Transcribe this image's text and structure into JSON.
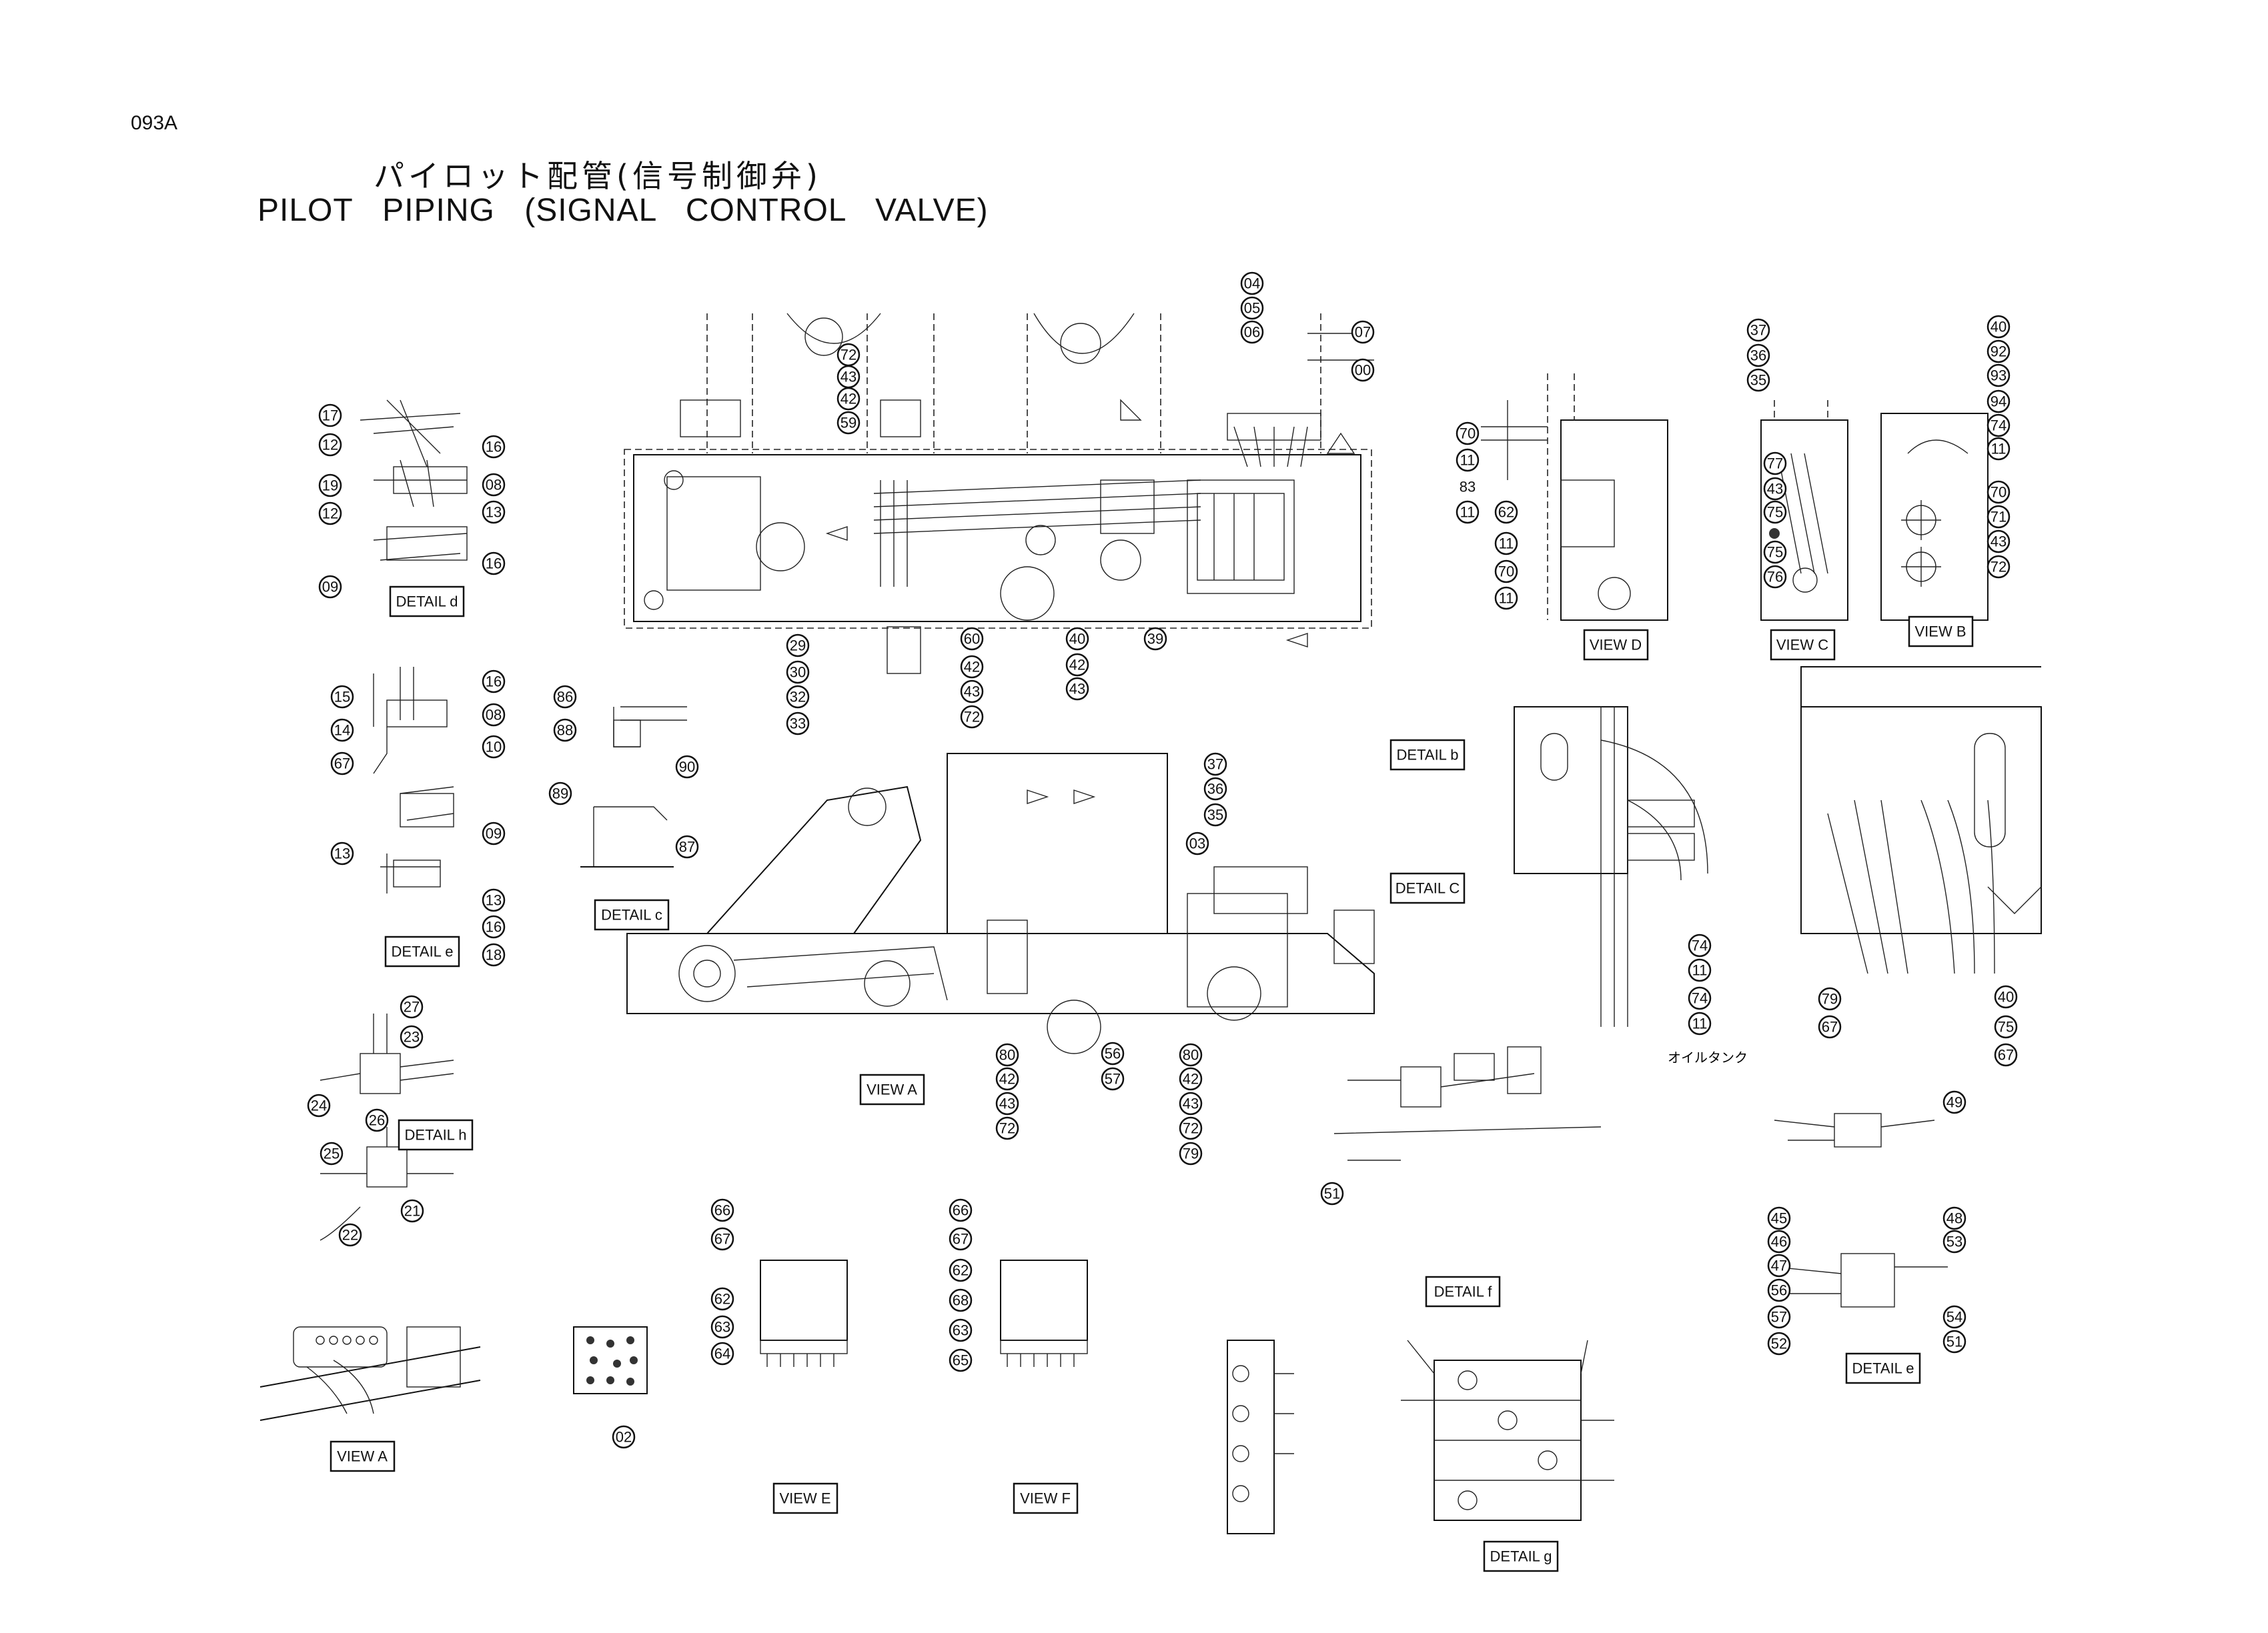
{
  "page_code": "093A",
  "title_jp": "パイロット配管(信号制御弁)",
  "title_en": "PILOT PIPING (SIGNAL CONTROL VALVE)",
  "view_labels": [
    {
      "id": "detail-d",
      "text": "DETAIL d"
    },
    {
      "id": "detail-e",
      "text": "DETAIL e"
    },
    {
      "id": "detail-c",
      "text": "DETAIL c"
    },
    {
      "id": "detail-h",
      "text": "DETAIL h"
    },
    {
      "id": "view-a-main",
      "text": "VIEW A"
    },
    {
      "id": "view-a-small",
      "text": "VIEW A"
    },
    {
      "id": "view-e",
      "text": "VIEW E"
    },
    {
      "id": "view-f",
      "text": "VIEW F"
    },
    {
      "id": "detail-b",
      "text": "DETAIL b"
    },
    {
      "id": "detail-c2",
      "text": "DETAIL C"
    },
    {
      "id": "view-d",
      "text": "VIEW D"
    },
    {
      "id": "view-c",
      "text": "VIEW C"
    },
    {
      "id": "view-b",
      "text": "VIEW B"
    },
    {
      "id": "detail-f",
      "text": "DETAIL f"
    },
    {
      "id": "detail-g",
      "text": "DETAIL g"
    },
    {
      "id": "detail-e2",
      "text": "DETAIL e"
    }
  ],
  "note_oil_tank": "オイルタンク",
  "callouts": [
    "17",
    "12",
    "19",
    "12",
    "09",
    "16",
    "08",
    "13",
    "16",
    "04",
    "05",
    "06",
    "07",
    "00",
    "72",
    "43",
    "42",
    "59",
    "29",
    "30",
    "32",
    "33",
    "60",
    "42",
    "43",
    "72",
    "40",
    "42",
    "43",
    "39",
    "70",
    "11",
    "83",
    "11",
    "62",
    "11",
    "70",
    "11",
    "37",
    "36",
    "35",
    "77",
    "43",
    "75",
    "75",
    "76",
    "40",
    "92",
    "93",
    "94",
    "74",
    "11",
    "70",
    "71",
    "43",
    "72",
    "15",
    "14",
    "67",
    "16",
    "08",
    "10",
    "09",
    "13",
    "13",
    "16",
    "18",
    "86",
    "88",
    "90",
    "89",
    "87",
    "37",
    "36",
    "35",
    "03",
    "74",
    "11",
    "74",
    "11",
    "79",
    "67",
    "40",
    "75",
    "67",
    "27",
    "23",
    "24",
    "26",
    "25",
    "21",
    "22",
    "80",
    "42",
    "43",
    "72",
    "56",
    "57",
    "80",
    "42",
    "43",
    "72",
    "79",
    "51",
    "49",
    "45",
    "46",
    "47",
    "56",
    "57",
    "52",
    "48",
    "53",
    "54",
    "51",
    "66",
    "67",
    "62",
    "63",
    "64",
    "66",
    "67",
    "62",
    "68",
    "63",
    "65",
    "02"
  ]
}
